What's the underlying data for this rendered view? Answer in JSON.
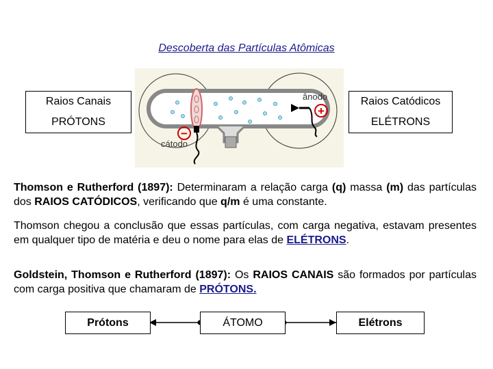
{
  "title": "Descoberta das Partículas Atômicas",
  "figure": {
    "anode_label": "ânodo",
    "cathode_label": "cátodo",
    "plus_sign": "+",
    "minus_sign": "−"
  },
  "left_box": {
    "line1": "Raios Canais",
    "line2": "PRÓTONS"
  },
  "right_box": {
    "line1": "Raios Catódicos",
    "line2": "ELÉTRONS"
  },
  "paragraph1": {
    "bold_lead": "Thomson e Rutherford (1897):",
    "text_a": " Determinaram a relação carga ",
    "bold_q": "(q)",
    "text_b": " massa ",
    "bold_m": "(m)",
    "text_c": " das partículas dos ",
    "bold_rays": "RAIOS CATÓDICOS",
    "text_d": ", verificando que ",
    "bold_qm": "q/m",
    "text_e": " é uma constante."
  },
  "paragraph2": {
    "text": "Thomson chegou a conclusão que essas partículas, com carga negativa, estavam presentes em qualquer tipo de matéria e deu o nome para elas de ",
    "highlight": "ELÉTRONS",
    "end": "."
  },
  "paragraph3": {
    "bold_lead": "Goldstein, Thomson e Rutherford (1897):",
    "text_a": " Os ",
    "bold_rays": "RAIOS CANAIS",
    "text_b": " são formados por partículas com carga positiva que chamaram de ",
    "highlight": "PRÓTONS."
  },
  "bottom": {
    "left": "Prótons",
    "center": "ÁTOMO",
    "right": "Elétrons"
  }
}
